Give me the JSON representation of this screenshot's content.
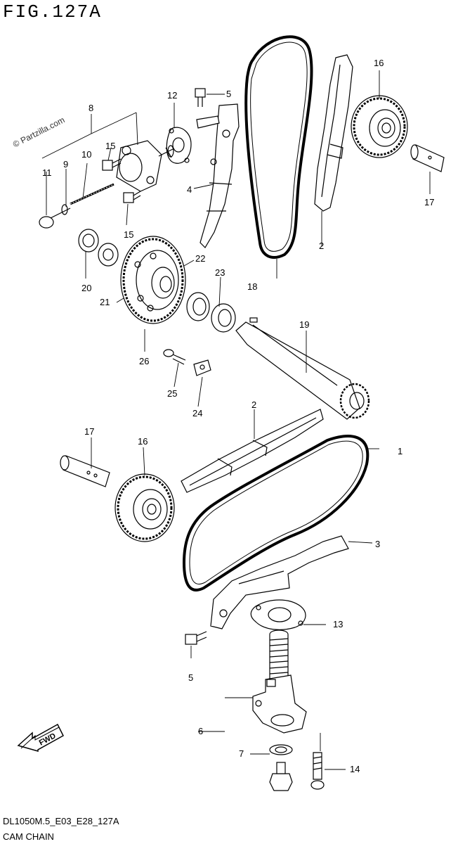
{
  "figure": {
    "title": "FIG.127A",
    "code": "DL1050M.5_E03_E28_127A",
    "caption": "CAM CHAIN",
    "watermark": "© Partzilla.com",
    "fwd_label": "FWD"
  },
  "callouts": {
    "c1": "1",
    "c2a": "2",
    "c2b": "2",
    "c3": "3",
    "c4": "4",
    "c5a": "5",
    "c5b": "5",
    "c6": "6",
    "c7": "7",
    "c8": "8",
    "c9": "9",
    "c10": "10",
    "c11": "11",
    "c12": "12",
    "c13": "13",
    "c14": "14",
    "c15a": "15",
    "c15b": "15",
    "c16a": "16",
    "c16b": "16",
    "c17a": "17",
    "c17b": "17",
    "c18": "18",
    "c19": "19",
    "c20": "20",
    "c21": "21",
    "c22": "22",
    "c23": "23",
    "c24": "24",
    "c25": "25",
    "c26": "26"
  },
  "icons": {
    "fwd": "fwd-arrow-icon"
  }
}
